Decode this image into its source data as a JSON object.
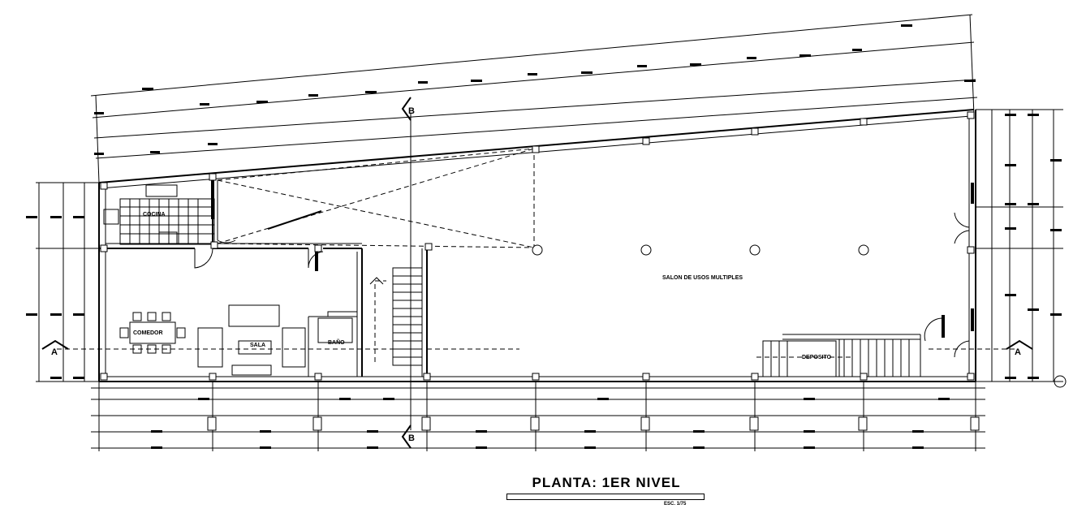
{
  "drawing": {
    "title": "PLANTA: 1ER NIVEL",
    "scale": "ESC. 1/75"
  },
  "rooms": {
    "kitchen": "COCINA",
    "dining": "COMEDOR",
    "living": "SALA",
    "bath": "BAÑO",
    "multipurpose": "SALON DE USOS MULTIPLES",
    "storage": "DEPOSITO"
  },
  "sections": {
    "a_left": "A",
    "a_right": "A",
    "b_top": "B",
    "b_bottom": "B"
  }
}
